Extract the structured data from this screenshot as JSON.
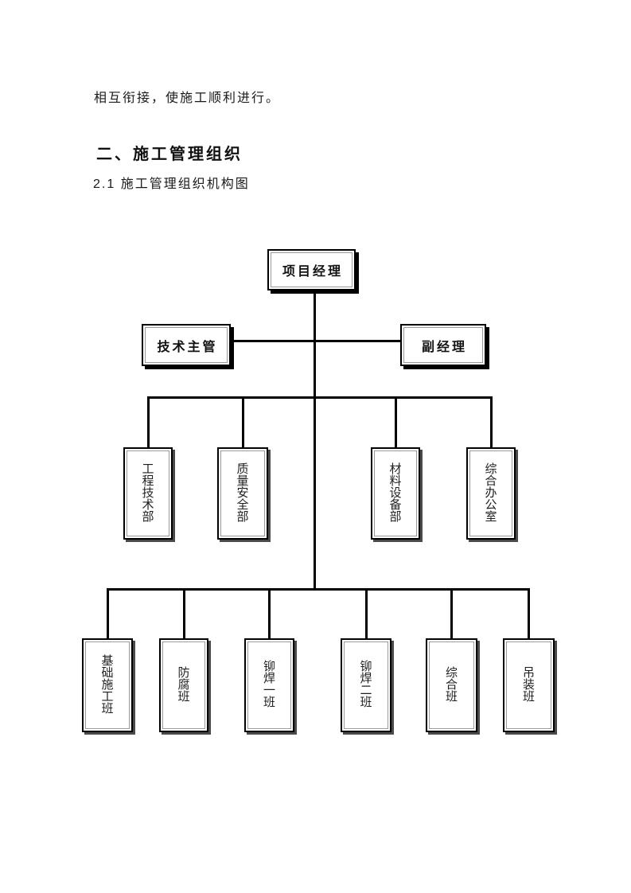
{
  "page": {
    "paragraph": "相互衔接，使施工顺利进行。",
    "section_heading": "二、施工管理组织",
    "sub_heading": "2.1 施工管理组织机构图"
  },
  "chart": {
    "type": "org-chart",
    "root": "项目经理",
    "staff": {
      "left": "技术主管",
      "right": "副经理"
    },
    "departments": [
      "工程技术部",
      "质量安全部",
      "材料设备部",
      "综合办公室"
    ],
    "teams": [
      "基础施工班",
      "防腐班",
      "铆焊一班",
      "铆焊二班",
      "综合班",
      "吊装班"
    ],
    "hierarchy": {
      "项目经理": {
        "staff": [
          "技术主管",
          "副经理"
        ],
        "children": [
          "工程技术部",
          "质量安全部",
          "材料设备部",
          "综合办公室"
        ],
        "grandchildren": [
          "基础施工班",
          "防腐班",
          "铆焊一班",
          "铆焊二班",
          "综合班",
          "吊装班"
        ]
      }
    }
  },
  "colors": {
    "page_background": "#ffffff",
    "text": "#1a1a1a",
    "connector_line": "#000000",
    "box_border": "#000000",
    "box_inner_border": "#9a9a9a",
    "box_shadow_dark": "#000000",
    "box_shadow_gray": "#4a4a4a"
  }
}
